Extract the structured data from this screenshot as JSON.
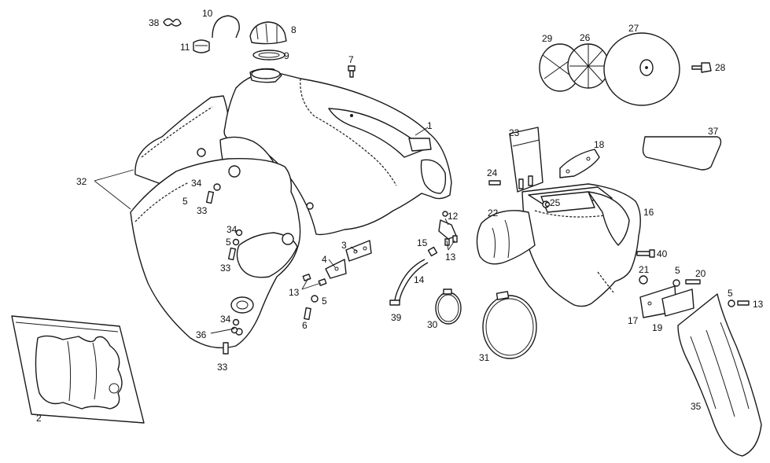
{
  "diagram": {
    "type": "exploded-parts-diagram",
    "callouts": {
      "c1": "1",
      "c2": "2",
      "c3": "3",
      "c4": "4",
      "c5a": "5",
      "c5b": "5",
      "c5c": "5",
      "c5d": "5",
      "c5e": "5",
      "c6": "6",
      "c7": "7",
      "c8": "8",
      "c9": "9",
      "c10": "10",
      "c11": "11",
      "c12": "12",
      "c13a": "13",
      "c13b": "13",
      "c13c": "13",
      "c14": "14",
      "c15": "15",
      "c16": "16",
      "c17": "17",
      "c18": "18",
      "c19": "19",
      "c20": "20",
      "c21": "21",
      "c22": "22",
      "c23": "23",
      "c24": "24",
      "c25": "25",
      "c26": "26",
      "c27": "27",
      "c28": "28",
      "c29": "29",
      "c30": "30",
      "c31": "31",
      "c32": "32",
      "c33a": "33",
      "c33b": "33",
      "c33c": "33",
      "c34a": "34",
      "c34b": "34",
      "c34c": "34",
      "c35": "35",
      "c36": "36",
      "c37": "37",
      "c38": "38",
      "c39": "39",
      "c40": "40"
    }
  }
}
